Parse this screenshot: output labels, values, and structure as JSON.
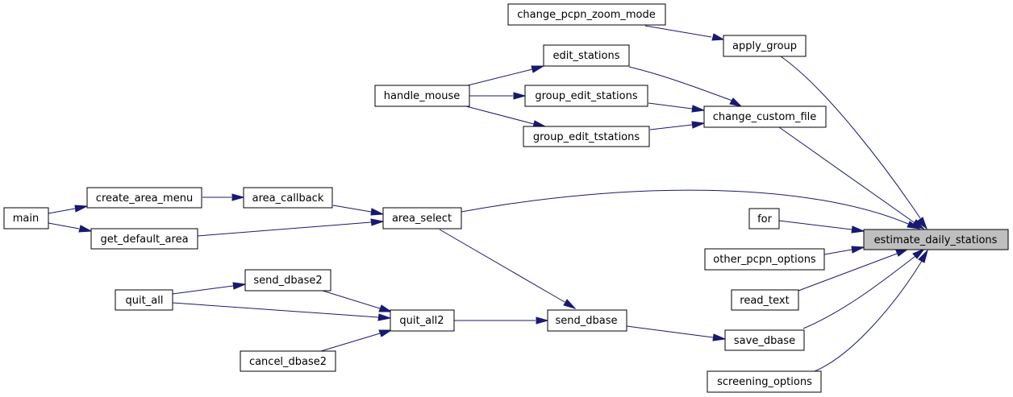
{
  "graph": {
    "colors": {
      "edge": "#191970",
      "focus_fill": "#bfbfbf",
      "node_fill": "#ffffff",
      "node_stroke": "#000000"
    },
    "nodes": {
      "estimate_daily_stations": "estimate_daily_stations",
      "change_pcpn_zoom_mode": "change_pcpn_zoom_mode",
      "apply_group": "apply_group",
      "edit_stations": "edit_stations",
      "handle_mouse": "handle_mouse",
      "group_edit_stations": "group_edit_stations",
      "group_edit_tstations": "group_edit_tstations",
      "change_custom_file": "change_custom_file",
      "create_area_menu": "create_area_menu",
      "area_callback": "area_callback",
      "main": "main",
      "area_select": "area_select",
      "get_default_area": "get_default_area",
      "for": "for",
      "other_pcpn_options": "other_pcpn_options",
      "send_dbase2": "send_dbase2",
      "quit_all": "quit_all",
      "read_text": "read_text",
      "quit_all2": "quit_all2",
      "send_dbase": "send_dbase",
      "save_dbase": "save_dbase",
      "cancel_dbase2": "cancel_dbase2",
      "screening_options": "screening_options"
    }
  }
}
